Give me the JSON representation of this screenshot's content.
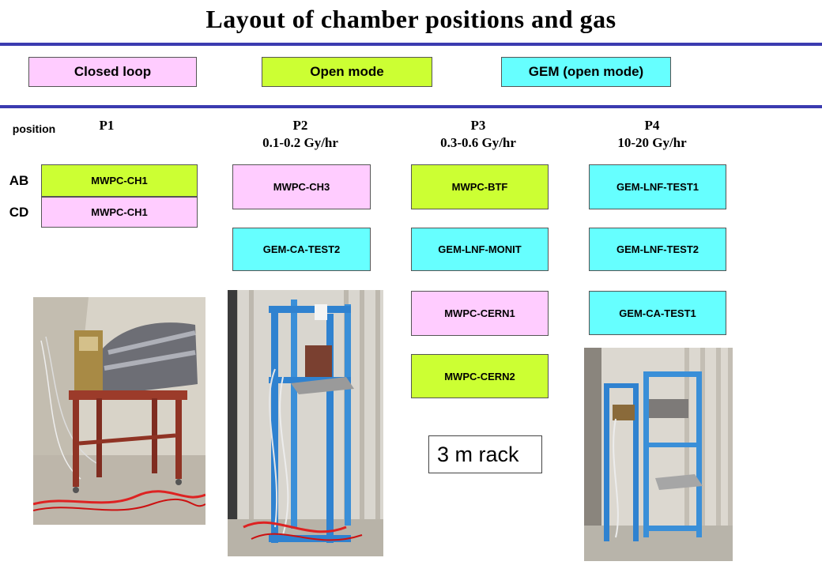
{
  "title": "Layout of chamber positions and gas",
  "modes": [
    {
      "label": "Closed loop",
      "color": "#ffccff"
    },
    {
      "label": "Open mode",
      "color": "#ccff33"
    },
    {
      "label": "GEM (open mode)",
      "color": "#66ffff"
    }
  ],
  "position_label": "position",
  "columns": [
    {
      "name": "P1",
      "dose": ""
    },
    {
      "name": "P2",
      "dose": "0.1-0.2 Gy/hr"
    },
    {
      "name": "P3",
      "dose": "0.3-0.6 Gy/hr"
    },
    {
      "name": "P4",
      "dose": "10-20 Gy/hr"
    }
  ],
  "rows": [
    "AB",
    "CD"
  ],
  "chambers": {
    "p1": [
      "MWPC-CH1",
      "MWPC-CH1"
    ],
    "p2": [
      "MWPC-CH3",
      "GEM-CA-TEST2"
    ],
    "p3": [
      "MWPC-BTF",
      "GEM-LNF-MONIT",
      "MWPC-CERN1",
      "MWPC-CERN2"
    ],
    "p4": [
      "GEM-LNF-TEST1",
      "GEM-LNF-TEST2",
      "GEM-CA-TEST1"
    ]
  },
  "rack_note": "3 m rack"
}
